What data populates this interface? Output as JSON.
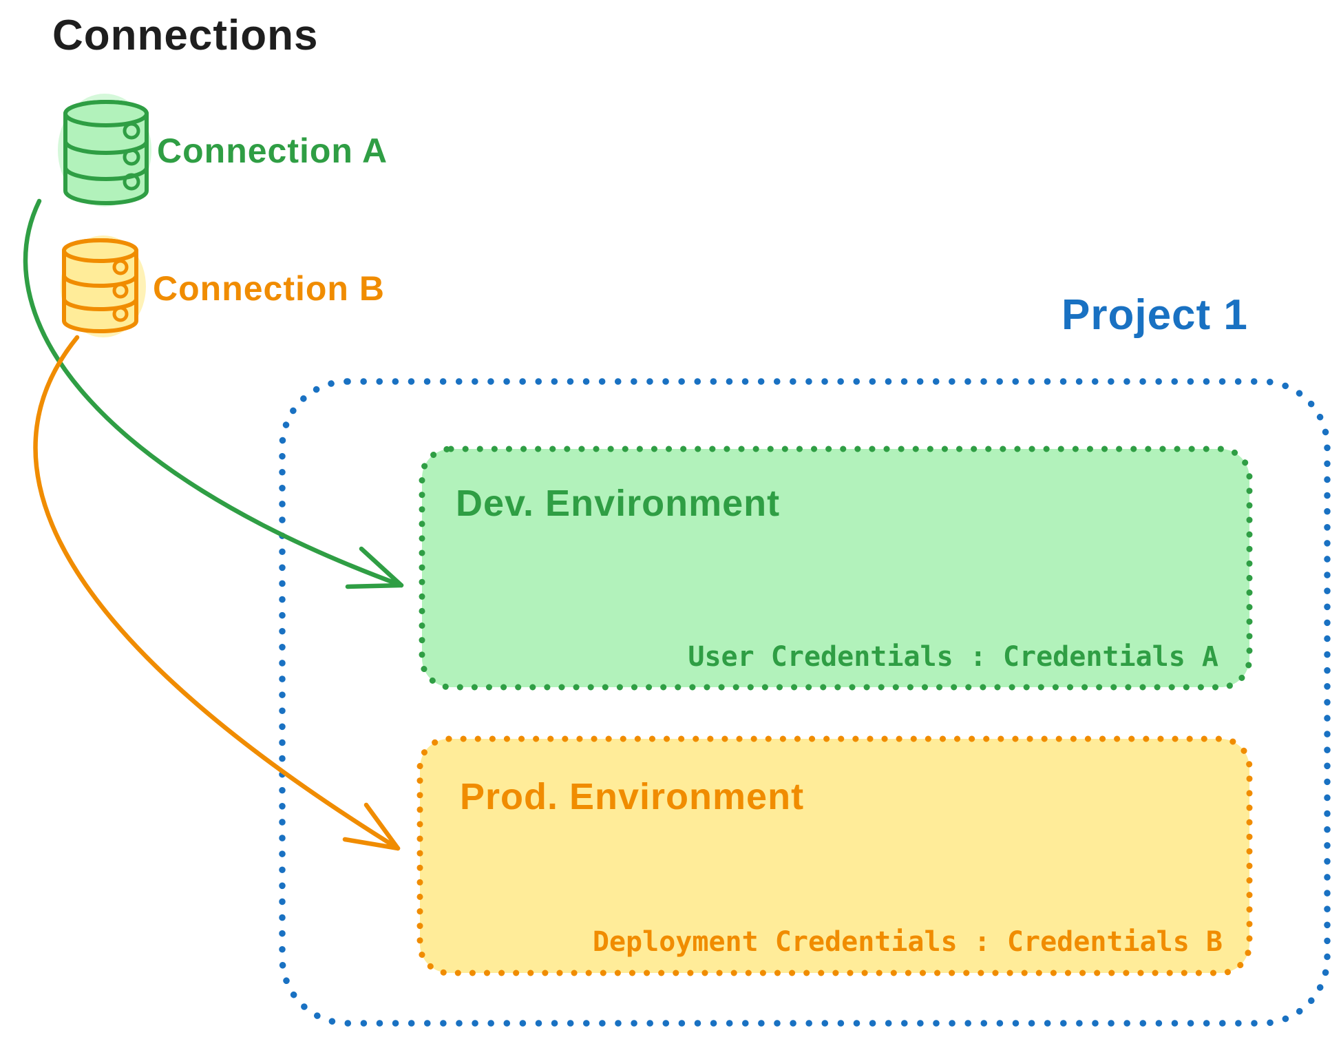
{
  "diagram_title": "Connections",
  "connections": [
    {
      "label": "Connection A"
    },
    {
      "label": "Connection B"
    }
  ],
  "project": {
    "label": "Project 1",
    "environments": [
      {
        "name": "Dev. Environment",
        "credentials_text": "User Credentials : Credentials A"
      },
      {
        "name": "Prod. Environment",
        "credentials_text": "Deployment Credentials : Credentials B"
      }
    ]
  },
  "colors": {
    "green_stroke": "#2f9e44",
    "green_fill": "#b2f2bb",
    "orange_stroke": "#f08c00",
    "orange_fill": "#ffec99",
    "blue": "#1971c2",
    "text": "#1e1e1e",
    "background": "#ffffff"
  }
}
